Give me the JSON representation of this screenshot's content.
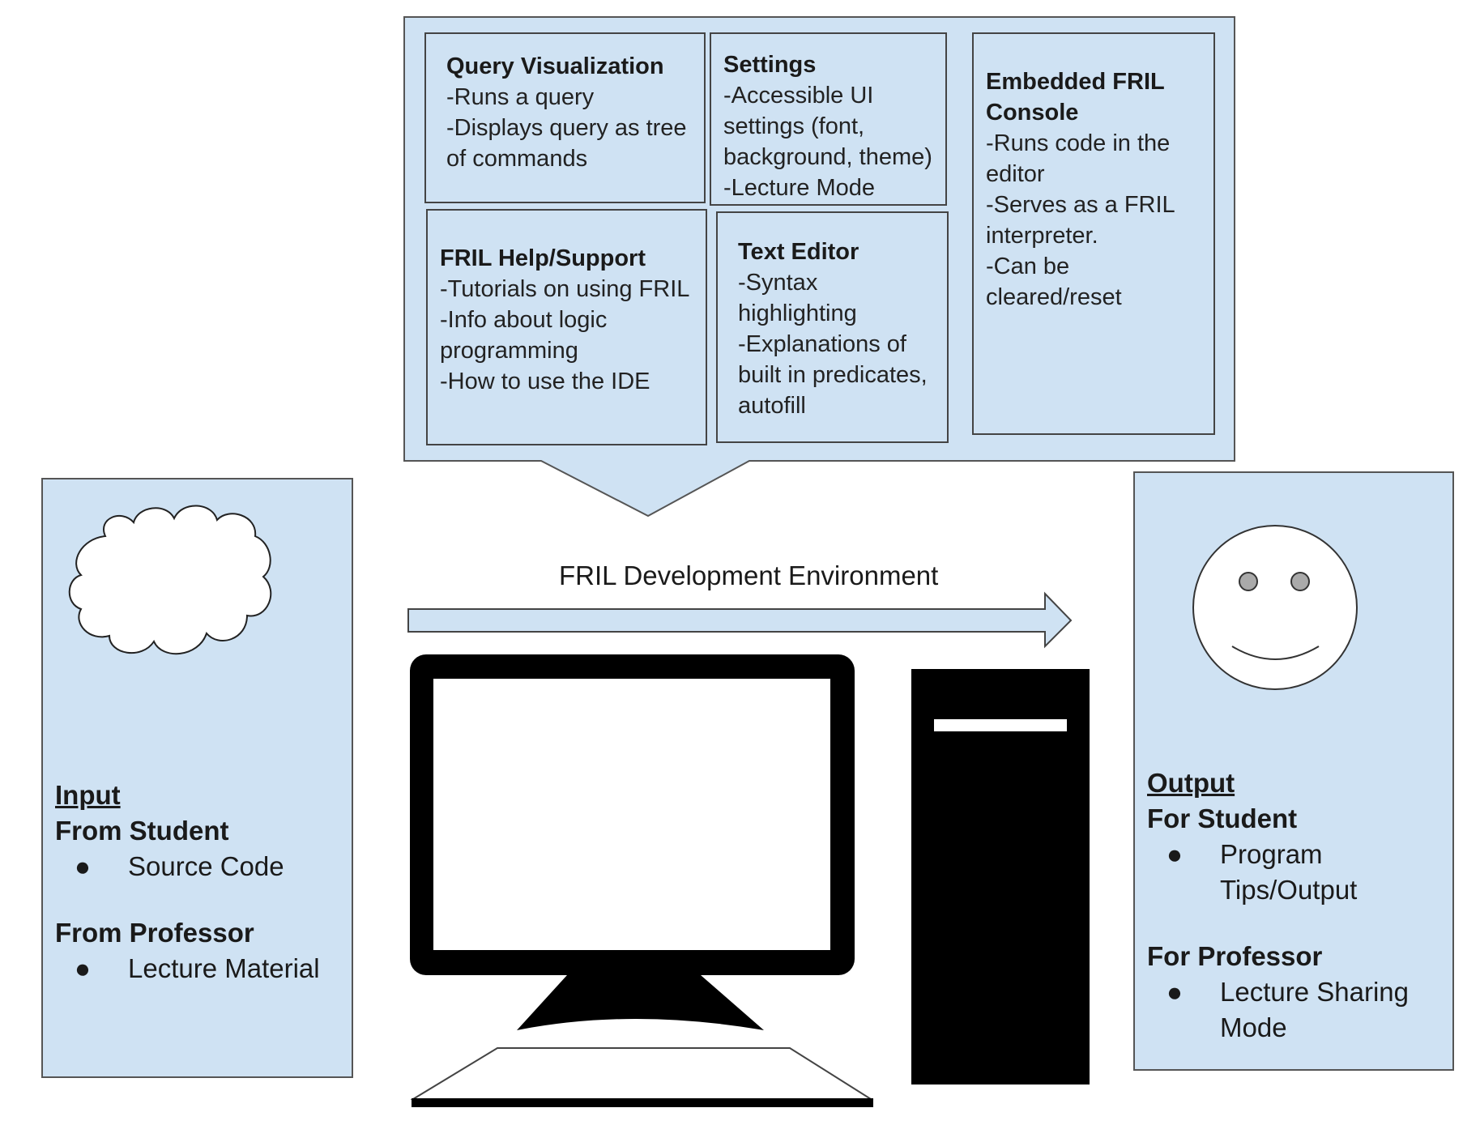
{
  "arrow_label": "FRIL Development Environment",
  "features": [
    {
      "title": "Query Visualization",
      "lines": [
        "-Runs a query",
        "-Displays query as tree",
        "of commands"
      ]
    },
    {
      "title": "Settings",
      "lines": [
        "-Accessible UI",
        "settings (font,",
        "background, theme)",
        "-Lecture Mode"
      ]
    },
    {
      "title": "Embedded FRIL",
      "title2": "Console",
      "lines": [
        "-Runs code in the",
        "editor",
        "-Serves as a FRIL",
        "interpreter.",
        "-Can be",
        "cleared/reset"
      ]
    },
    {
      "title": "FRIL Help/Support",
      "lines": [
        "-Tutorials on using FRIL",
        "-Info about logic",
        "programming",
        "-How to use the IDE"
      ]
    },
    {
      "title": "Text Editor",
      "lines": [
        "-Syntax",
        "highlighting",
        "-Explanations of",
        "built in predicates,",
        "autofill"
      ]
    }
  ],
  "input": {
    "heading": "Input",
    "groups": [
      {
        "label": "From Student",
        "items": [
          "Source Code"
        ]
      },
      {
        "label": "From Professor",
        "items": [
          "Lecture Material"
        ]
      }
    ]
  },
  "output": {
    "heading": "Output",
    "groups": [
      {
        "label": "For Student",
        "items": [
          "Program",
          "Tips/Output"
        ]
      },
      {
        "label": "For Professor",
        "items": [
          "Lecture Sharing",
          "Mode"
        ]
      }
    ]
  },
  "bullet": "●",
  "colors": {
    "panel_fill": "#cfe2f3",
    "stroke": "#4a4a4a",
    "computer": "#000000"
  }
}
